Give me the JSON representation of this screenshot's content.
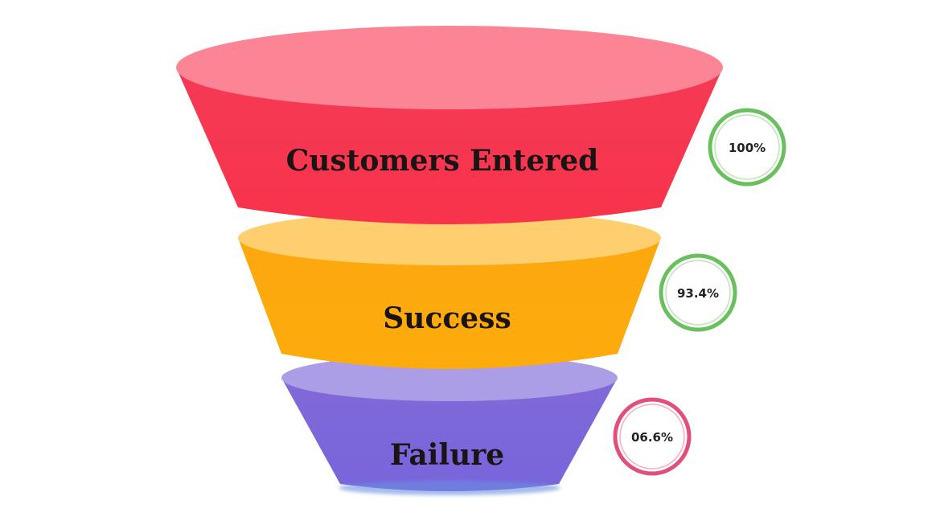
{
  "stages": [
    {
      "label": "Customers Entered",
      "percent": "100%",
      "color": "#f7354f",
      "top_color": "#fb8595",
      "badge_color": "#6abf5e"
    },
    {
      "label": "Success",
      "percent": "93.4%",
      "color": "#fdaa0c",
      "top_color": "#fdcf6e",
      "badge_color": "#6abf5e"
    },
    {
      "label": "Failure",
      "percent": "06.6%",
      "color": "#7c68d9",
      "top_color": "#ab9de6",
      "badge_color": "#e0507a"
    }
  ]
}
